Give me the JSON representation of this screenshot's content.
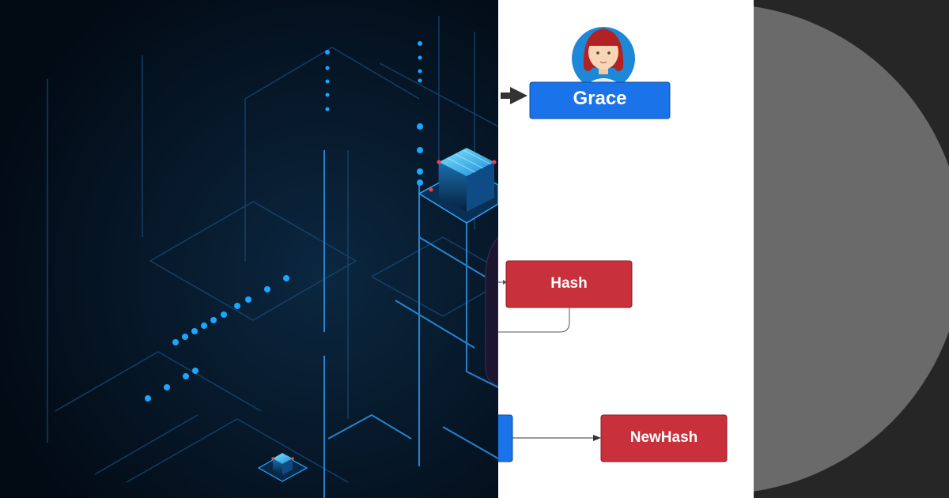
{
  "diagram": {
    "nodes": {
      "grace": {
        "label": "Grace",
        "color": "#1a73e8"
      },
      "hash": {
        "label": "Hash",
        "color": "#c8303b"
      },
      "new_hash": {
        "label": "NewHash",
        "color": "#c8303b"
      }
    },
    "avatar": {
      "name": "grace-avatar-icon",
      "bg_color": "#1e88d8"
    }
  },
  "background": {
    "left": {
      "name": "blockchain-circuit-illustration",
      "color": "#03101d",
      "accent": "#1aa7ff"
    },
    "right": {
      "name": "gray-circle-shape",
      "color": "#6a6a6a"
    }
  }
}
